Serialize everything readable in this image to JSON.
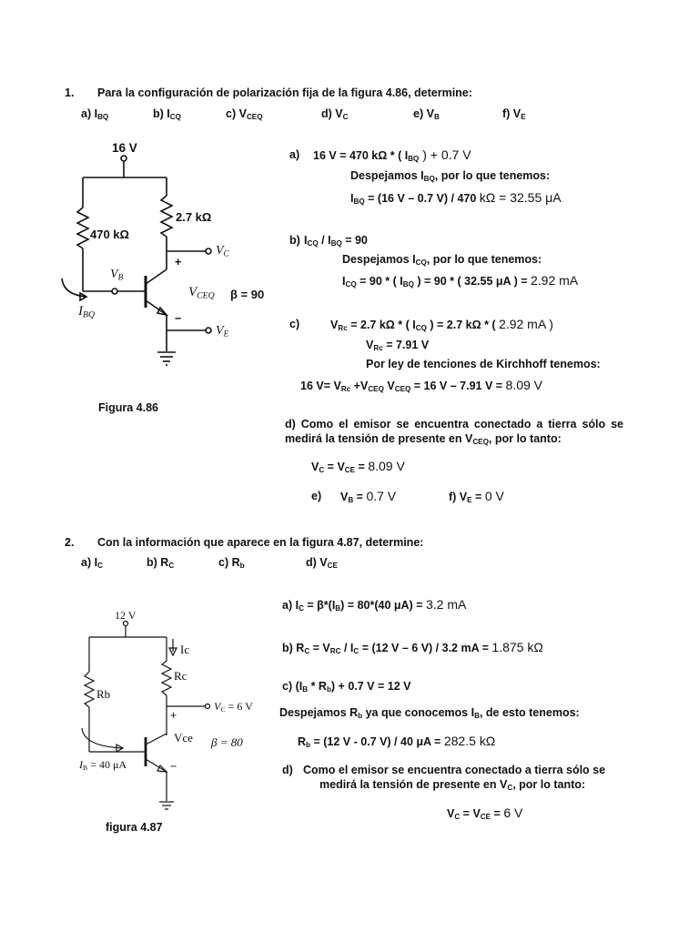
{
  "p1": {
    "num": "1.",
    "stmt": "Para la configuración de polarización fija de la figura 4.86, determine:",
    "options": {
      "a": "a) I",
      "a_sub": "BQ",
      "b": "b) I",
      "b_sub": "CQ",
      "c": "c) V",
      "c_sub": "CEQ",
      "d": "d) V",
      "d_sub": "C",
      "e": "e) V",
      "e_sub": "B",
      "f": "f) V",
      "f_sub": "E"
    },
    "circuit": {
      "supply": "16 V",
      "r_collector": "2.7 kΩ",
      "r_base": "470 kΩ",
      "vc": "V",
      "vc_sub": "C",
      "ve": "V",
      "ve_sub": "E",
      "vb": "V",
      "vb_sub": "B",
      "ib": "I",
      "ib_sub": "BQ",
      "vce": "V",
      "vce_sub": "CEQ",
      "beta": "β = 90",
      "plus": "+",
      "minus": "−"
    },
    "caption": "Figura 4.86",
    "sol": {
      "a_label": "a)",
      "a_pre": "16 V = 470 kΩ * ( I",
      "a_sub": "BQ",
      "a_post": " ) + 0.7 V",
      "a_line2_pre": "Despejamos  I",
      "a_line2_sub": "BQ",
      "a_line2_post": ", por lo que tenemos:",
      "a_line3_pre": "I",
      "a_line3_sub": "BQ",
      "a_line3_mid": " = (16 V – 0.7 V) / 470 ",
      "a_line3_res": "kΩ = 32.55 μA",
      "b_label": "b)",
      "b_pre": "I",
      "b_sub1": "CQ",
      "b_mid": " / I",
      "b_sub2": "BQ",
      "b_post": " = 90",
      "b_line2_pre": "Despejamos  I",
      "b_line2_sub": "CQ",
      "b_line2_post": ", por lo que tenemos:",
      "b_line3_pre": "I",
      "b_line3_sub": "CQ",
      "b_line3_mid": " = 90 * ( I",
      "b_line3_sub2": "BQ",
      "b_line3_mid2": " ) = 90 * ( 32.55 μA ) = ",
      "b_line3_res": "2.92 mA",
      "c_label": "c)",
      "c_pre": "V",
      "c_sub": "Rc",
      "c_mid": " = 2.7 kΩ * ( I",
      "c_sub2": "CQ",
      "c_mid2": " ) = 2.7 kΩ * ( ",
      "c_res": "2.92 mA )",
      "c_line2_pre": "V",
      "c_line2_sub": "Rc",
      "c_line2_post": " = 7.91 V",
      "c_line3": "Por ley de tenciones de Kirchhoff tenemos:",
      "c_line4_a": "16 V= V",
      "c_line4_sub1": "Rc",
      "c_line4_b": " +V",
      "c_line4_sub2": "CEQ",
      "c_line4_c": "  V",
      "c_line4_sub3": "CEQ",
      "c_line4_d": " = 16 V – 7.91 V = ",
      "c_line4_res": "8.09 V",
      "d_text_pre": "d) Como el emisor se encuentra conectado a tierra sólo se medirá la tensión de presente en V",
      "d_text_sub": "CEQ",
      "d_text_post": ", por lo tanto:",
      "d_eq_pre": "V",
      "d_eq_sub1": "C",
      "d_eq_mid": " = V",
      "d_eq_sub2": "CE",
      "d_eq_mid2": " = ",
      "d_eq_res": "8.09 V",
      "e_label": "e)",
      "e_pre": "V",
      "e_sub": "B",
      "e_mid": " = ",
      "e_res": "0.7 V",
      "f_pre": "f) V",
      "f_sub": "E",
      "f_mid": " = ",
      "f_res": "0 V"
    }
  },
  "p2": {
    "num": "2.",
    "stmt": "Con la información que aparece en la figura 4.87, determine:",
    "options": {
      "a": "a) I",
      "a_sub": "C",
      "b": "b) R",
      "b_sub": "C",
      "c": "c) R",
      "c_sub": "b",
      "d": "d) V",
      "d_sub": "CE"
    },
    "circuit": {
      "supply": "12 V",
      "ic": "Ic",
      "rc": "Rc",
      "rb": "Rb",
      "vc": "V",
      "vc_sub": "C",
      "vc_val": " = 6 V",
      "vce": "Vce",
      "beta": "β = 80",
      "ib_pre": "I",
      "ib_sub": "B",
      "ib_val": " = 40 μA",
      "plus": "+",
      "minus": "−"
    },
    "caption": "figura 4.87",
    "sol": {
      "a_pre": "a)   I",
      "a_sub": "C",
      "a_mid": " = β*(I",
      "a_sub2": "B",
      "a_mid2": ") = 80*(40 μA) = ",
      "a_res": "3.2 mA",
      "b_pre": "b)   R",
      "b_sub": "C",
      "b_mid": " = V",
      "b_sub2": "RC",
      "b_mid2": " / I",
      "b_sub3": "C",
      "b_mid3": " = (12 V – 6 V) / 3.2 mA = ",
      "b_res": "1.875 kΩ",
      "c_pre": "c)   (I",
      "c_sub": "B",
      "c_mid": " * R",
      "c_sub2": "b",
      "c_post": ") + 0.7 V = 12 V",
      "c2_pre": "Despejamos  R",
      "c2_sub": "b",
      "c2_mid": "  ya que conocemos I",
      "c2_sub2": "B",
      "c2_post": ", de esto tenemos:",
      "c3_pre": "R",
      "c3_sub": "b",
      "c3_mid": " = (12 V - 0.7 V) / 40 μA = ",
      "c3_res": "282.5 kΩ",
      "d_label": "d)",
      "d_text": "Como el emisor se encuentra conectado a tierra sólo se",
      "d_text2_pre": "medirá la tensión de presente en V",
      "d_text2_sub": "C",
      "d_text2_post": ", por lo tanto:",
      "d_eq_pre": "V",
      "d_eq_sub": "C",
      "d_eq_mid": " = V",
      "d_eq_sub2": "CE",
      "d_eq_mid2": " = ",
      "d_eq_res": "6 V"
    }
  }
}
